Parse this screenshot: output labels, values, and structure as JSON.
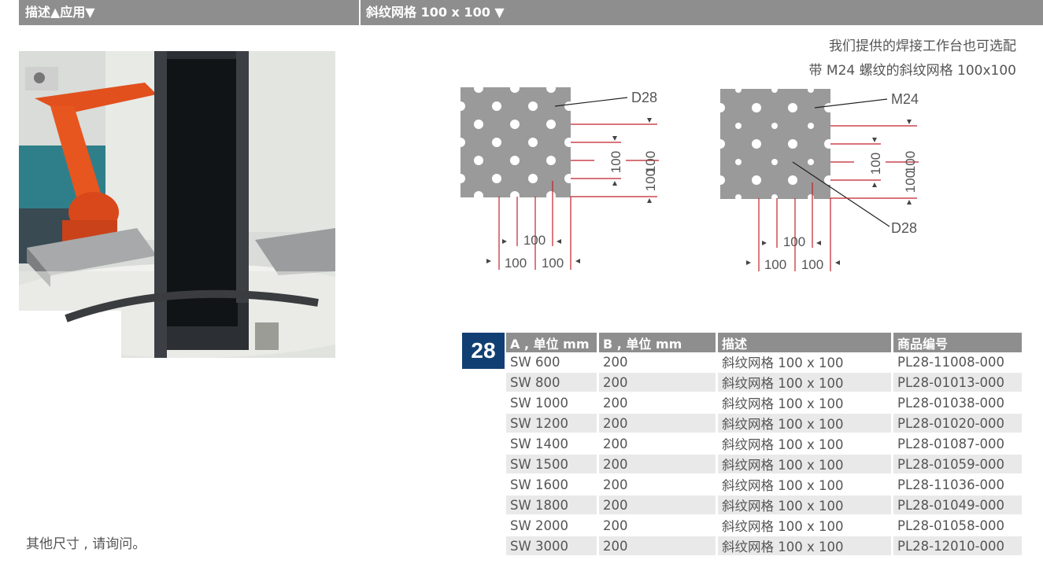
{
  "header": {
    "left_label": "描述▲应用▼",
    "right_label": "斜纹网格 100 x 100 ▼"
  },
  "notes": {
    "line1": "我们提供的焊接工作台也可选配",
    "line2": "带 M24 螺纹的斜纹网格 100x100"
  },
  "diagram_left": {
    "hole_label": "D28",
    "dim_label": "100"
  },
  "diagram_right": {
    "thread_label": "M24",
    "hole_label": "D28",
    "dim_label": "100"
  },
  "badge": "28",
  "table": {
    "headers": [
      "A , 单位 mm",
      "B , 单位 mm",
      "描述",
      "商品编号"
    ],
    "rows": [
      [
        "SW 600",
        "200",
        "斜纹网格 100 x 100",
        "PL28-11008-000"
      ],
      [
        "SW 800",
        "200",
        "斜纹网格 100 x 100",
        "PL28-01013-000"
      ],
      [
        "SW 1000",
        "200",
        "斜纹网格 100 x 100",
        "PL28-01038-000"
      ],
      [
        "SW 1200",
        "200",
        "斜纹网格 100 x 100",
        "PL28-01020-000"
      ],
      [
        "SW 1400",
        "200",
        "斜纹网格 100 x 100",
        "PL28-01087-000"
      ],
      [
        "SW 1500",
        "200",
        "斜纹网格 100 x 100",
        "PL28-01059-000"
      ],
      [
        "SW 1600",
        "200",
        "斜纹网格 100 x 100",
        "PL28-11036-000"
      ],
      [
        "SW 1800",
        "200",
        "斜纹网格 100 x 100",
        "PL28-01049-000"
      ],
      [
        "SW 2000",
        "200",
        "斜纹网格 100 x 100",
        "PL28-01058-000"
      ],
      [
        "SW 3000",
        "200",
        "斜纹网格 100 x 100",
        "PL28-12010-000"
      ]
    ]
  },
  "footnote": "其他尺寸 , 请询问。",
  "colors": {
    "header_bg": "#8e8e8e",
    "badge_bg": "#123f73",
    "dimension_line": "#c0202a",
    "plate": "#9a9a9a"
  }
}
